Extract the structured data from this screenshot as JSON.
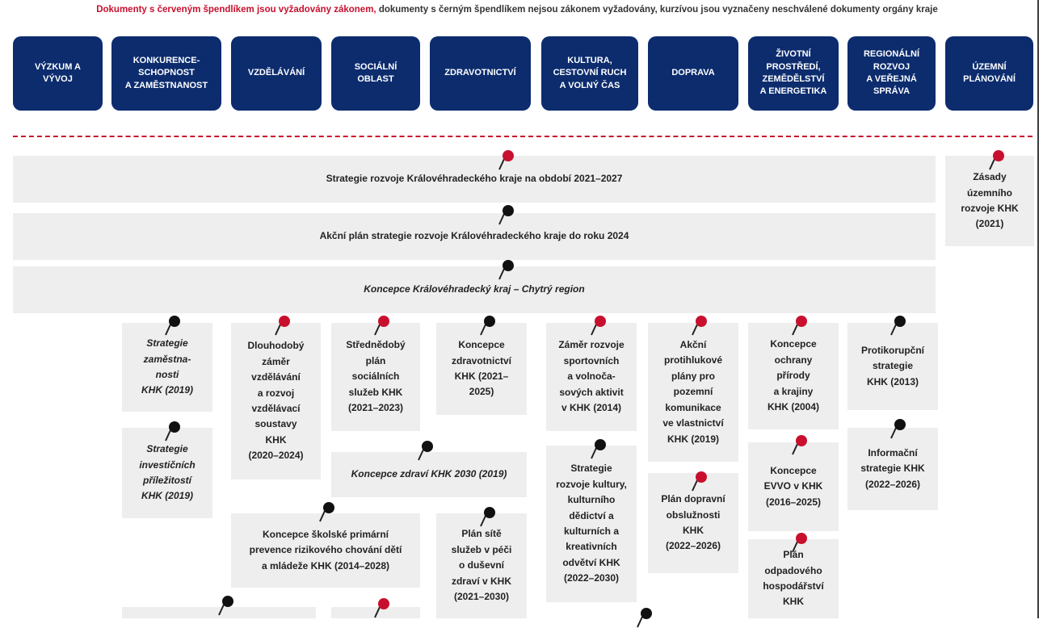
{
  "legend": {
    "red_part": "Dokumenty s červeným špendlíkem jsou vyžadovány zákonem,",
    "rest_part": " dokumenty s černým špendlíkem nejsou zákonem vyžadovány, kurzívou jsou vyznačeny neschválené dokumenty orgány kraje"
  },
  "colors": {
    "navy": "#0c2c6e",
    "red_pin": "#c8102e",
    "black_pin": "#111111",
    "box": "#eeeeee"
  },
  "categories": [
    "VÝZKUM A\nVÝVOJ",
    "KONKURENCE-\nSCHOPNOST\nA ZAMĚSTNANOST",
    "VZDĚLÁVÁNÍ",
    "SOCIÁLNÍ\nOBLAST",
    "ZDRAVOTNICTVÍ",
    "KULTURA,\nCESTOVNÍ RUCH\nA VOLNÝ ČAS",
    "DOPRAVA",
    "ŽIVOTNÍ\nPROSTŘEDÍ,\nZEMĚDĚLSTVÍ\nA ENERGETIKA",
    "REGIONÁLNÍ\nROZVOJ\nA VEŘEJNÁ\nSPRÁVA",
    "ÚZEMNÍ\nPLÁNOVÁNÍ"
  ],
  "documents": [
    {
      "id": "strategie-rozvoje",
      "text": "Strategie rozvoje Královéhradeckého kraje na období 2021–2027",
      "pin": "red",
      "italic": false
    },
    {
      "id": "zasady-uzemniho-rozvoje",
      "text": "Zásady\núzemního\nrozvoje KHK\n(2021)",
      "pin": "red",
      "italic": false
    },
    {
      "id": "akcni-plan",
      "text": "Akční plán strategie rozvoje Královéhradeckého kraje do roku 2024",
      "pin": "black",
      "italic": false
    },
    {
      "id": "chytry-region",
      "text": "Koncepce Královéhradecký kraj – Chytrý region",
      "pin": "black",
      "italic": true
    },
    {
      "id": "strategie-zamestnanosti",
      "text": "Strategie\nzaměstna-\nnosti\nKHK (2019)",
      "pin": "black",
      "italic": true
    },
    {
      "id": "investicni-prilezitosti",
      "text": "Strategie\ninvestičních\npříležitostí\nKHK (2019)",
      "pin": "black",
      "italic": true
    },
    {
      "id": "dz-vzdelavani",
      "text": "Dlouhodobý\nzáměr\nvzdělávání\na rozvoj\nvzdělávací\nsoustavy\nKHK\n(2020–2024)",
      "pin": "red",
      "italic": false
    },
    {
      "id": "plan-socialnich-sluzeb",
      "text": "Střednědobý\nplán\nsociálních\nslužeb KHK\n(2021–2023)",
      "pin": "red",
      "italic": false
    },
    {
      "id": "koncepce-zdravotnictvi",
      "text": "Koncepce\nzdravotnictví\nKHK (2021–\n2025)",
      "pin": "black",
      "italic": false
    },
    {
      "id": "sportovni-aktivity",
      "text": "Záměr rozvoje\nsportovních\na volnoča-\nsových aktivit\nv KHK (2014)",
      "pin": "red",
      "italic": false
    },
    {
      "id": "protihlukove-plany",
      "text": "Akční\nprotihlukové\nplány pro\npozemní\nkomunikace\nve vlastnictví\nKHK (2019)",
      "pin": "red",
      "italic": false
    },
    {
      "id": "ochrana-prirody",
      "text": "Koncepce\nochrany\npřírody\na krajiny\nKHK (2004)",
      "pin": "red",
      "italic": false
    },
    {
      "id": "protikorupcni",
      "text": "Protikorupční\nstrategie\nKHK (2013)",
      "pin": "black",
      "italic": false
    },
    {
      "id": "zdravi-2030",
      "text": "Koncepce zdraví KHK 2030 (2019)",
      "pin": "black",
      "italic": true
    },
    {
      "id": "kultura",
      "text": "Strategie\nrozvoje kultury,\nkulturního\ndědictví a\nkulturních a\nkreativních\nodvětví KHK\n(2022–2030)",
      "pin": "black",
      "italic": false
    },
    {
      "id": "evvo",
      "text": "Koncepce\nEVVO v KHK\n(2016–2025)",
      "pin": "red",
      "italic": false
    },
    {
      "id": "informacni-strategie",
      "text": "Informační\nstrategie KHK\n(2022–2026)",
      "pin": "black",
      "italic": false
    },
    {
      "id": "dopravni-obsluznost",
      "text": "Plán dopravní\nobslužnosti\nKHK\n(2022–2026)",
      "pin": "red",
      "italic": false
    },
    {
      "id": "primarni-prevence",
      "text": "Koncepce školské primární\nprevence  rizikového chování dětí\na mládeže KHK (2014–2028)",
      "pin": "black",
      "italic": false
    },
    {
      "id": "dusevni-zdravi",
      "text": "Plán sítě\nslužeb v péči\no duševní\nzdraví v KHK\n(2021–2030)",
      "pin": "black",
      "italic": false
    },
    {
      "id": "odpadove-hospodarstvi",
      "text": "Plán\nodpadového\nhospodářství\nKHK",
      "pin": "red",
      "italic": false
    },
    {
      "id": "bottom-left",
      "text": "",
      "pin": "black",
      "italic": false
    },
    {
      "id": "bottom-social",
      "text": "",
      "pin": "red",
      "italic": false
    },
    {
      "id": "bottom-mid",
      "text": "",
      "pin": "black",
      "italic": false
    }
  ]
}
